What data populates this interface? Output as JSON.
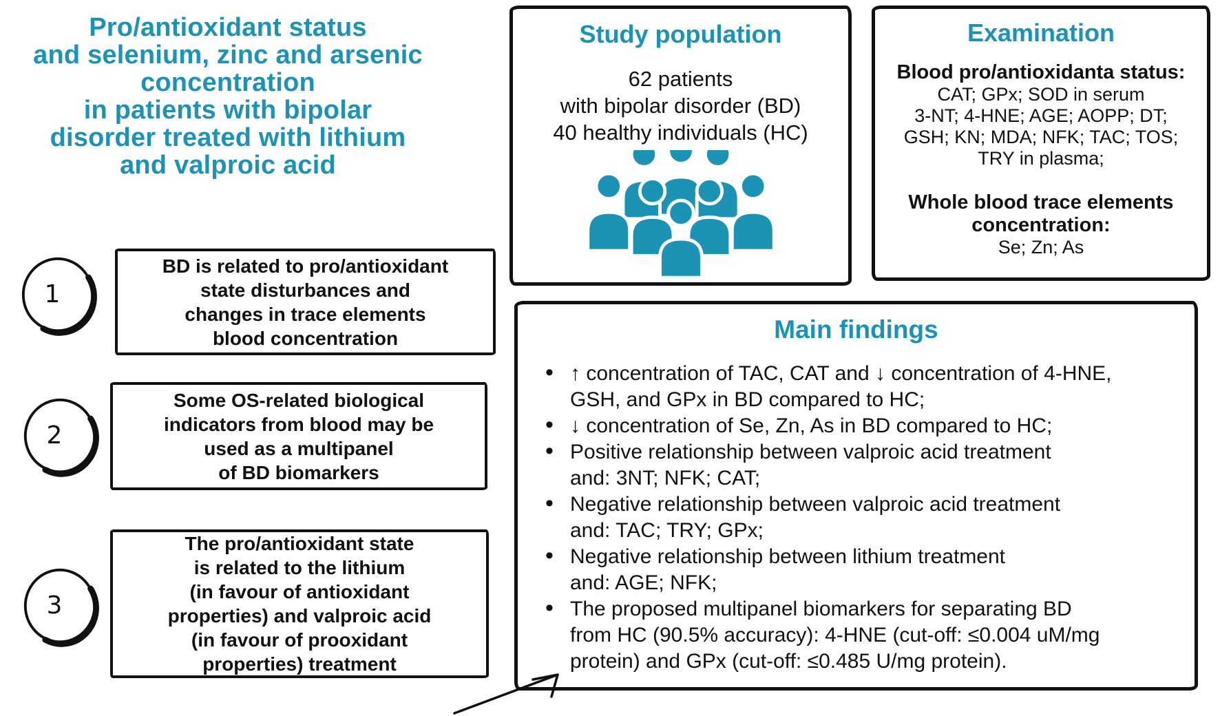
{
  "colors": {
    "accent": "#1c93b4",
    "ink": "#111111",
    "background": "#ffffff"
  },
  "title": {
    "lines": [
      "Pro/antioxidant status",
      "and selenium, zinc and arsenic",
      "concentration",
      "in patients with bipolar",
      "disorder treated with lithium",
      "and valproic acid"
    ]
  },
  "numbered_points": [
    {
      "number": "1",
      "lines": [
        "BD is related to pro/antioxidant",
        "state disturbances and",
        "changes in trace elements",
        "blood concentration"
      ]
    },
    {
      "number": "2",
      "lines": [
        "Some OS-related biological",
        "indicators from blood may be",
        "used as a multipanel",
        "of BD biomarkers"
      ]
    },
    {
      "number": "3",
      "lines": [
        "The pro/antioxidant state",
        "is related to the lithium",
        "(in favour of antioxidant",
        "properties) and valproic acid",
        "(in favour of prooxidant",
        "properties) treatment"
      ]
    }
  ],
  "study_population": {
    "title": "Study population",
    "lines": [
      "62 patients",
      "with bipolar disorder (BD)",
      "40 healthy individuals (HC)"
    ],
    "icon": "people-group-icon"
  },
  "examination": {
    "title": "Examination",
    "sections": [
      {
        "heading": "Blood pro/antioxidanta status:",
        "lines": [
          "CAT; GPx; SOD in serum",
          "3-NT; 4-HNE; AGE; AOPP; DT;",
          "GSH; KN; MDA; NFK; TAC; TOS;",
          "TRY in plasma;"
        ]
      },
      {
        "heading": "Whole blood trace elements concentration:",
        "lines": [
          "Se; Zn; As"
        ]
      }
    ]
  },
  "main_findings": {
    "title": "Main findings",
    "bullets": [
      {
        "lines": [
          "↑ concentration of TAC, CAT and ↓ concentration of 4-HNE,",
          "GSH, and GPx in BD compared to HC;"
        ]
      },
      {
        "lines": [
          "↓ concentration of Se, Zn, As in BD compared to HC;"
        ]
      },
      {
        "lines": [
          "Positive relationship between valproic acid treatment",
          "and: 3NT; NFK; CAT;"
        ]
      },
      {
        "lines": [
          "Negative relationship between valproic acid treatment",
          "and: TAC; TRY; GPx;"
        ]
      },
      {
        "lines": [
          "Negative relationship between lithium treatment",
          "and: AGE; NFK;"
        ]
      },
      {
        "lines": [
          "The proposed multipanel biomarkers for separating BD",
          "from HC (90.5% accuracy): 4-HNE (cut-off: ≤0.004 uM/mg",
          "protein) and GPx (cut-off: ≤0.485 U/mg protein)."
        ]
      }
    ]
  },
  "icons": {
    "people_group": "people-group-icon",
    "annotation_arrow": "arrow-up-right-icon",
    "bullet": "•"
  }
}
